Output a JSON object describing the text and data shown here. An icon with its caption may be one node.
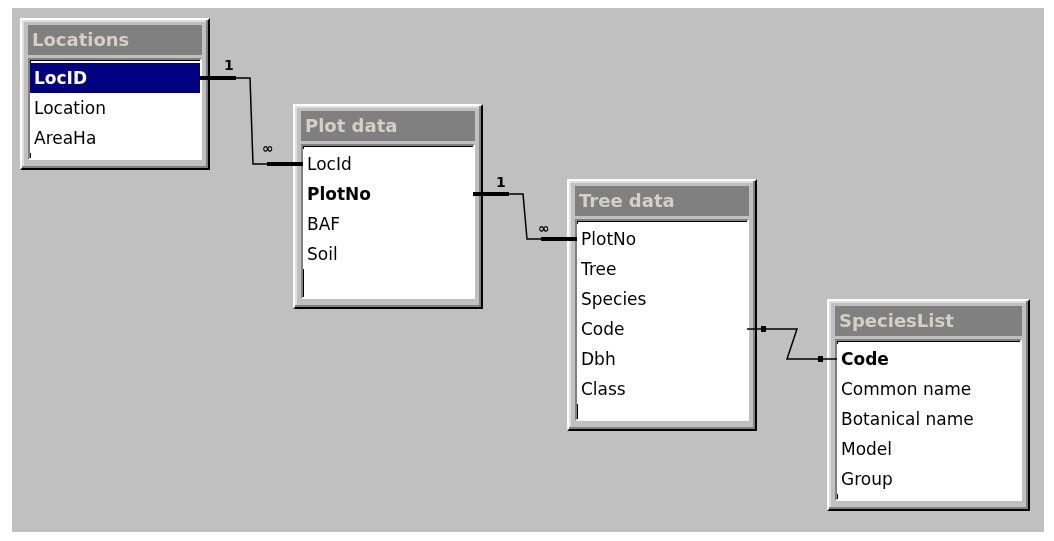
{
  "diagram": {
    "nodes": [
      {
        "text": [
          "Locations"
        ]
      },
      {
        "text": [
          "LocID"
        ],
        "in": 0
      },
      {
        "text": [
          "Location"
        ],
        "in": 0
      },
      {
        "text": [
          "AreaHa"
        ],
        "in": 0
      },
      {
        "text": [
          "Plot data"
        ]
      },
      {
        "text": [
          "LocId"
        ],
        "in": 4
      },
      {
        "text": [
          "PlotNo"
        ],
        "in": 4
      },
      {
        "text": [
          "BAF"
        ],
        "in": 4
      },
      {
        "text": [
          "Soil"
        ],
        "in": 4
      },
      {
        "text": [
          "Tree data"
        ]
      },
      {
        "text": [
          "PlotNo"
        ],
        "in": 9
      },
      {
        "text": [
          "Tree"
        ],
        "in": 9
      },
      {
        "text": [
          "Species"
        ],
        "in": 9
      },
      {
        "text": [
          "Code"
        ],
        "in": 9
      },
      {
        "text": [
          "Dbh"
        ],
        "in": 9
      },
      {
        "text": [
          "Class"
        ],
        "in": 9
      },
      {
        "text": [
          "SpeciesList"
        ]
      },
      {
        "text": [
          "Code"
        ],
        "in": 16
      },
      {
        "text": [
          "Common name"
        ],
        "in": 16
      },
      {
        "text": [
          "Botanical name"
        ],
        "in": 16
      },
      {
        "text": [
          "Model"
        ],
        "in": 16
      },
      {
        "text": [
          "Group"
        ],
        "in": 16
      }
    ],
    "edges": [
      {
        "from": 1,
        "to": 5,
        "arrow": "other"
      },
      {
        "from": 6,
        "to": 10,
        "arrow": "other"
      },
      {
        "from": 13,
        "to": 17,
        "arrow": "other"
      }
    ],
    "labels": [
      "1",
      "∞",
      "1",
      "∞"
    ]
  }
}
